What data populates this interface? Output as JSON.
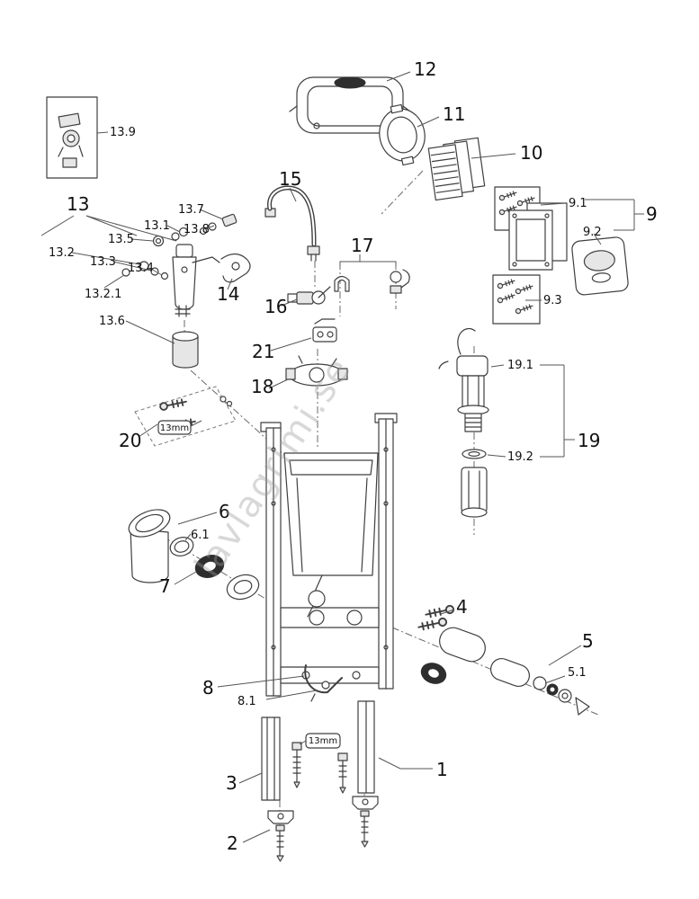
{
  "watermark": "lavlagrimi.se",
  "wrench_size": "13mm",
  "labels": {
    "p1": "1",
    "p2": "2",
    "p3": "3",
    "p4": "4",
    "p5": "5",
    "p5_1": "5.1",
    "p6": "6",
    "p6_1": "6.1",
    "p7": "7",
    "p8": "8",
    "p8_1": "8.1",
    "p9": "9",
    "p9_1": "9.1",
    "p9_2": "9.2",
    "p9_3": "9.3",
    "p10": "10",
    "p11": "11",
    "p12": "12",
    "p13": "13",
    "p13_1": "13.1",
    "p13_2": "13.2",
    "p13_2_1": "13.2.1",
    "p13_3": "13.3",
    "p13_4": "13.4",
    "p13_5": "13.5",
    "p13_6": "13.6",
    "p13_7": "13.7",
    "p13_8": "13.8",
    "p13_9": "13.9",
    "p14": "14",
    "p15": "15",
    "p16": "16",
    "p17": "17",
    "p18": "18",
    "p19": "19",
    "p19_1": "19.1",
    "p19_2": "19.2",
    "p20": "20",
    "p21": "21"
  }
}
